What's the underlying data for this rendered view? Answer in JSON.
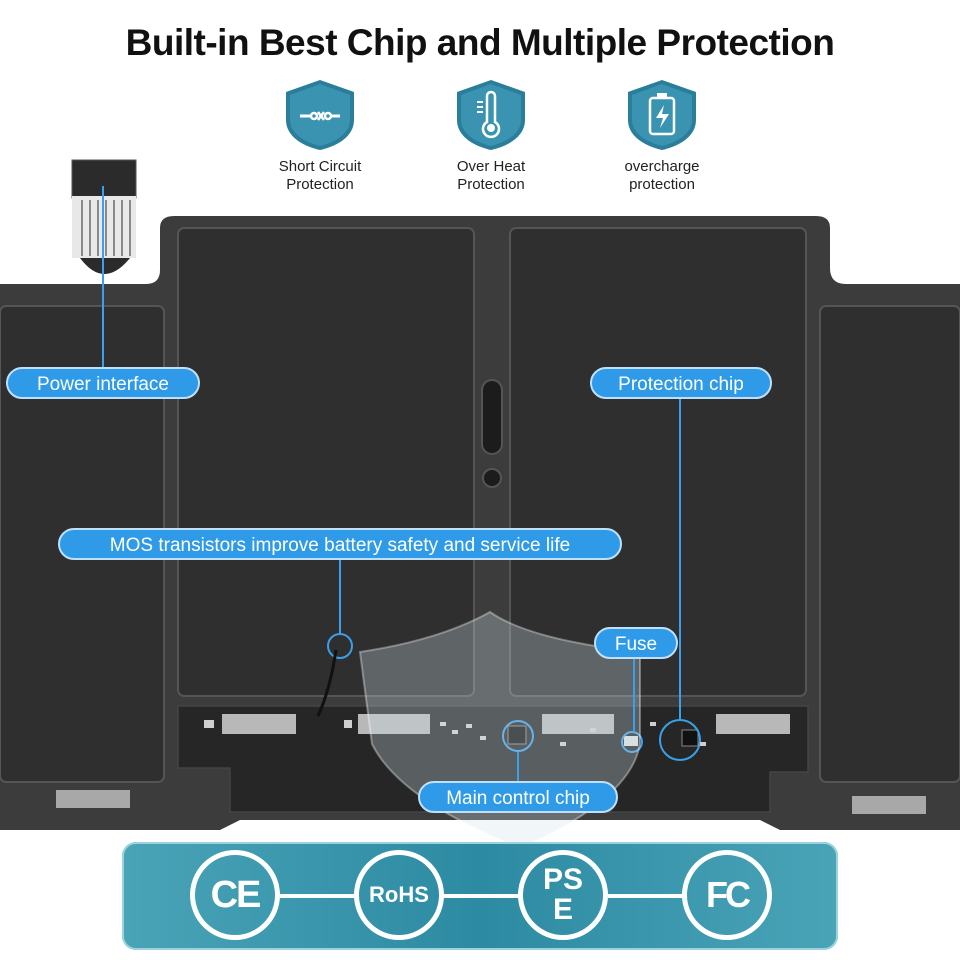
{
  "title": "Built-in Best Chip and Multiple Protection",
  "features": [
    {
      "label_line1": "Short Circuit",
      "label_line2": "Protection",
      "icon": "short-circuit-icon"
    },
    {
      "label_line1": "Over Heat",
      "label_line2": "Protection",
      "icon": "thermometer-icon"
    },
    {
      "label_line1": "overcharge",
      "label_line2": "protection",
      "icon": "battery-charge-icon"
    }
  ],
  "callouts": {
    "power_interface": "Power interface",
    "protection_chip": "Protection chip",
    "mos": "MOS transistors improve battery safety and service life",
    "fuse": "Fuse",
    "main_chip": "Main control chip"
  },
  "certifications": [
    "CE",
    "RoHS",
    "PS",
    "E",
    "FC"
  ],
  "colors": {
    "accent": "#2f9ae8",
    "shield": "#2a7e9a",
    "badge_bar": "#2c8aa2",
    "battery": "#3a3a3a"
  }
}
